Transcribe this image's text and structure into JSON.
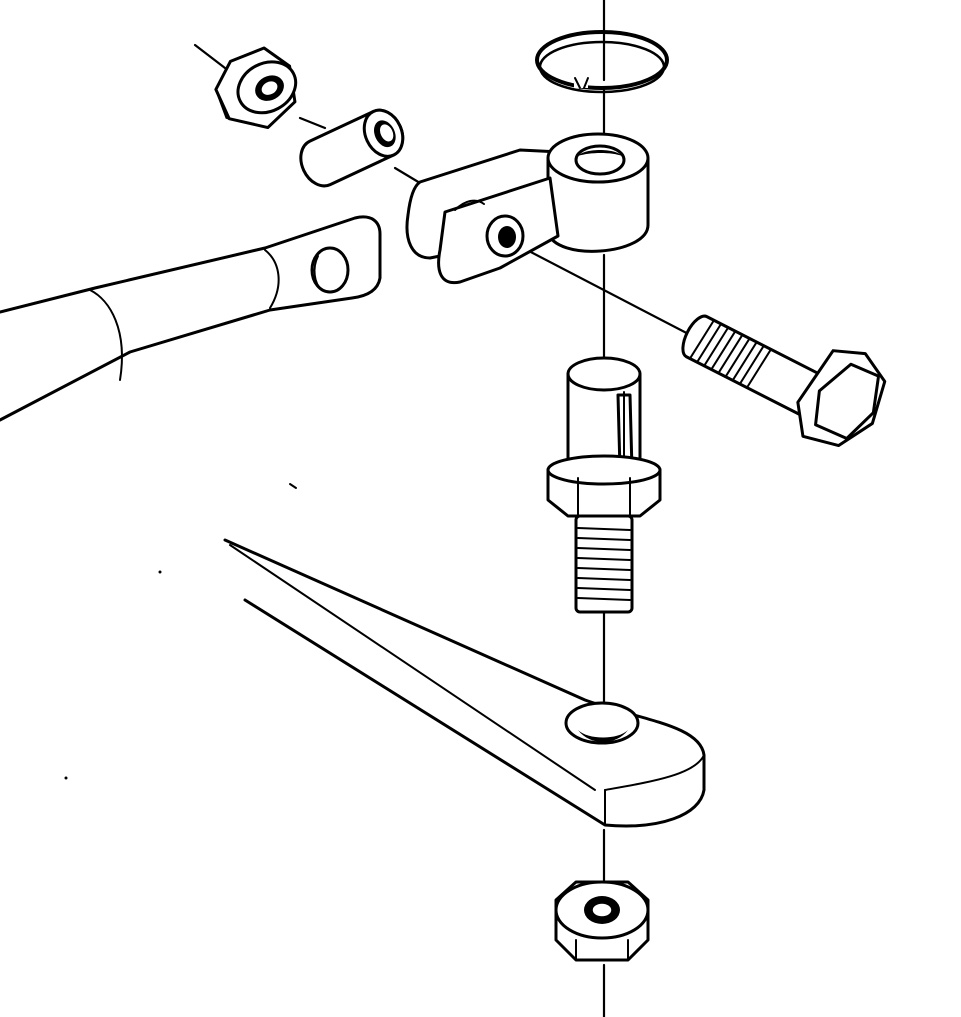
{
  "diagram": {
    "kind": "exploded-assembly-line-drawing",
    "colors": {
      "ink": "#000000",
      "paper": "#ffffff"
    },
    "parts": [
      {
        "id": "circlip",
        "icon": "retaining-ring-icon"
      },
      {
        "id": "lock-nut-upper",
        "icon": "hex-nut-icon"
      },
      {
        "id": "spacer-bush",
        "icon": "bush-icon"
      },
      {
        "id": "clevis-yoke",
        "icon": "clevis-icon"
      },
      {
        "id": "drag-link-arm",
        "icon": "rod-end-icon"
      },
      {
        "id": "clevis-bolt",
        "icon": "hex-bolt-icon"
      },
      {
        "id": "threaded-pivot-pin",
        "icon": "pivot-pin-icon"
      },
      {
        "id": "steering-lever",
        "icon": "flat-bar-icon"
      },
      {
        "id": "lock-nut-lower",
        "icon": "hex-nut-icon"
      }
    ]
  }
}
